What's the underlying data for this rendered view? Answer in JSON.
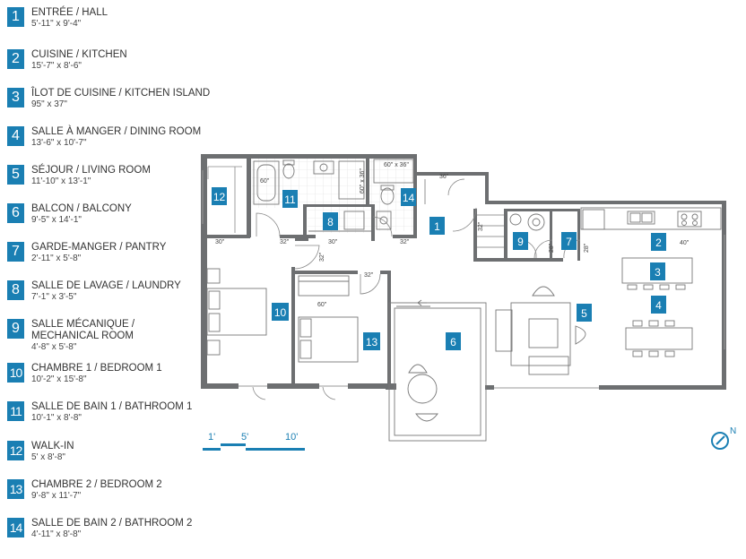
{
  "legend": [
    {
      "num": "1",
      "name": "ENTRÉE / HALL",
      "dims": "5'-11\" x 9'-4\""
    },
    {
      "num": "2",
      "name": "CUISINE / KITCHEN",
      "dims": "15'-7\" x 8'-6\""
    },
    {
      "num": "3",
      "name": "ÎLOT DE CUISINE / KITCHEN ISLAND",
      "dims": "95\" x 37\""
    },
    {
      "num": "4",
      "name": "SALLE À MANGER / DINING ROOM",
      "dims": "13'-6\" x 10'-7\""
    },
    {
      "num": "5",
      "name": "SÉJOUR / LIVING ROOM",
      "dims": "11'-10\" x 13'-1\""
    },
    {
      "num": "6",
      "name": "BALCON / BALCONY",
      "dims": "9'-5\" x 14'-1\""
    },
    {
      "num": "7",
      "name": "GARDE-MANGER / PANTRY",
      "dims": "2'-11\" x 5'-8\""
    },
    {
      "num": "8",
      "name": "SALLE DE LAVAGE / LAUNDRY",
      "dims": "7'-1\" x 3'-5\""
    },
    {
      "num": "9",
      "name": "SALLE MÉCANIQUE /",
      "name2": "MECHANICAL ROOM",
      "dims": "4'-8\" x 5'-8\""
    },
    {
      "num": "10",
      "name": "CHAMBRE 1 / BEDROOM 1",
      "dims": "10'-2\" x 15'-8\""
    },
    {
      "num": "11",
      "name": "SALLE DE BAIN 1 / BATHROOM 1",
      "dims": "10'-1\" x 8'-8\""
    },
    {
      "num": "12",
      "name": "WALK-IN",
      "dims": "5' x 8'-8\""
    },
    {
      "num": "13",
      "name": "CHAMBRE 2 / BEDROOM 2",
      "dims": "9'-8\" x 11'-7\""
    },
    {
      "num": "14",
      "name": "SALLE DE BAIN 2 / BATHROOM 2",
      "dims": "4'-11\" x 8'-8\""
    }
  ],
  "plan": {
    "dimensions": {
      "bath1_tub": "60\"",
      "bath2_shower": "60\" x 36\"",
      "bath1_shower": "60\" x 36\"",
      "hall_closet": "36\"",
      "hall_door": "32\"",
      "walkin_door": "30\"",
      "bed1_door": "32\"",
      "laundry_door": "30\"",
      "bath2_door": "32\"",
      "bed1_side": "32\"",
      "bed2_closet": "60\"",
      "bed2_door": "32\"",
      "mech_door": "28\"",
      "pantry_door": "28\"",
      "kitchen_width": "40\""
    }
  },
  "scale": {
    "labels": [
      "1'",
      "5'",
      "10'"
    ]
  },
  "compass": {
    "label": "N"
  },
  "colors": {
    "accent": "#1a7fb3",
    "wall": "#6d6f71"
  }
}
